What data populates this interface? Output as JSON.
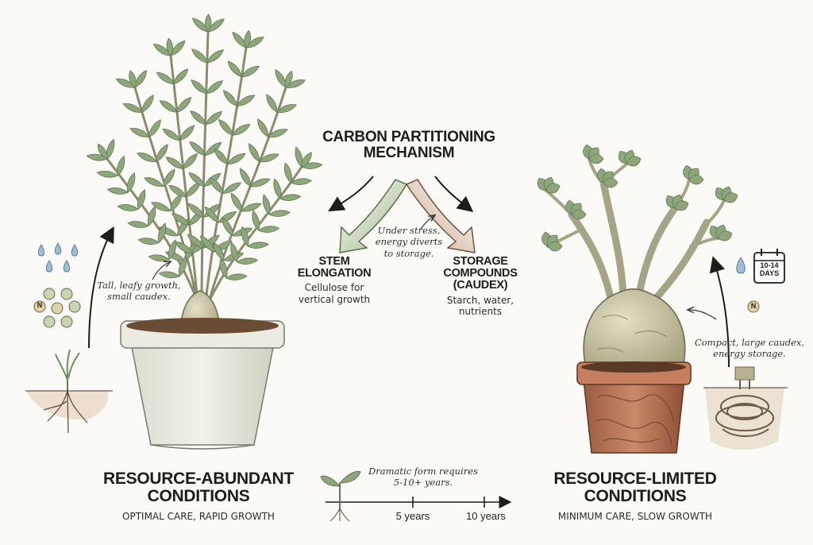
{
  "center": {
    "title_line1": "CARBON PARTITIONING",
    "title_line2": "MECHANISM",
    "stress_note_line1": "Under stress,",
    "stress_note_line2": "energy diverts",
    "stress_note_line3": "to storage.",
    "stem": {
      "title_line1": "STEM",
      "title_line2": "ELONGATION",
      "desc_line1": "Cellulose for",
      "desc_line2": "vertical growth"
    },
    "storage": {
      "title_line1": "STORAGE",
      "title_line2": "COMPOUNDS",
      "title_line3": "(CAUDEX)",
      "desc_line1": "Starch, water,",
      "desc_line2": "nutrients"
    }
  },
  "left": {
    "note_line1": "Tall, leafy growth,",
    "note_line2": "small caudex.",
    "nutrient_letter": "N",
    "title_line1": "RESOURCE-ABUNDANT",
    "title_line2": "CONDITIONS",
    "subtitle": "OPTIMAL CARE, RAPID GROWTH"
  },
  "right": {
    "calendar_line1": "10-14",
    "calendar_line2": "DAYS",
    "nutrient_letter": "N",
    "note_line1": "Compact, large caudex,",
    "note_line2": "energy storage.",
    "title_line1": "RESOURCE-LIMITED",
    "title_line2": "CONDITIONS",
    "subtitle": "MINIMUM CARE, SLOW GROWTH"
  },
  "timeline": {
    "note_line1": "Dramatic form requires",
    "note_line2": "5-10+ years.",
    "tick1": "5 years",
    "tick2": "10 years"
  },
  "colors": {
    "leaf": "#8fa57c",
    "leaf_dark": "#5f7a52",
    "pot_light": "#e9e8dd",
    "terracotta": "#b0674a",
    "caudex": "#c9c7a6",
    "water": "#8fb4cf",
    "ink": "#1d1d1b"
  }
}
